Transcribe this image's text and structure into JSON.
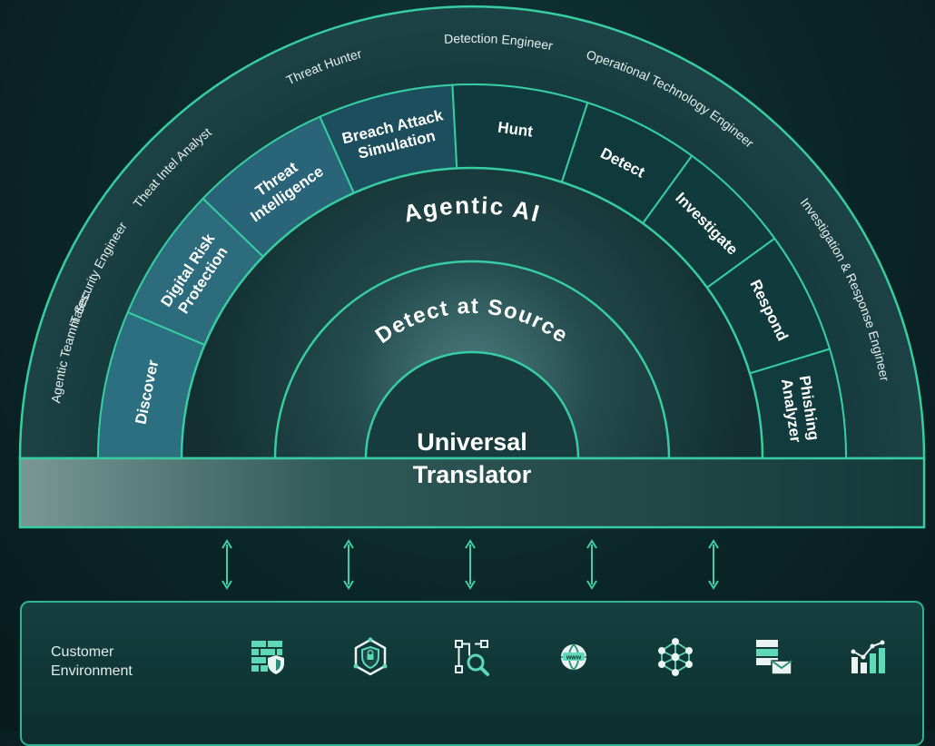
{
  "teammates": {
    "prefix": "Agentic Teammates:",
    "roles": [
      "IT Security Engineer",
      "Theat Intel Analyst",
      "Threat Hunter",
      "Detection Engineer",
      "Operational Technology Engineer",
      "Investigation & Response Engineer"
    ]
  },
  "capabilities": [
    {
      "lines": [
        "Discover"
      ]
    },
    {
      "lines": [
        "Digital Risk",
        "Protection"
      ]
    },
    {
      "lines": [
        "Threat",
        "Intelligence"
      ]
    },
    {
      "lines": [
        "Breach Attack",
        "Simulation"
      ]
    },
    {
      "lines": [
        "Hunt"
      ]
    },
    {
      "lines": [
        "Detect"
      ]
    },
    {
      "lines": [
        "Investigate"
      ]
    },
    {
      "lines": [
        "Respond"
      ]
    },
    {
      "lines": [
        "Phishing",
        "Analyzer"
      ]
    }
  ],
  "layers": {
    "agentic_ai": "Agentic AI",
    "detect_at_source": "Detect at Source",
    "universal_translator_line1": "Universal",
    "universal_translator_line2": "Translator"
  },
  "connector_count": 5,
  "customer_environment": {
    "label_line1": "Customer",
    "label_line2": "Environment",
    "icons": [
      "firewall-shield-icon",
      "network-shield-icon",
      "network-search-icon",
      "web-globe-icon",
      "mesh-network-icon",
      "server-email-icon",
      "analytics-chart-icon"
    ]
  },
  "colors": {
    "accent": "#34c8a0",
    "background": "#0b2628"
  }
}
